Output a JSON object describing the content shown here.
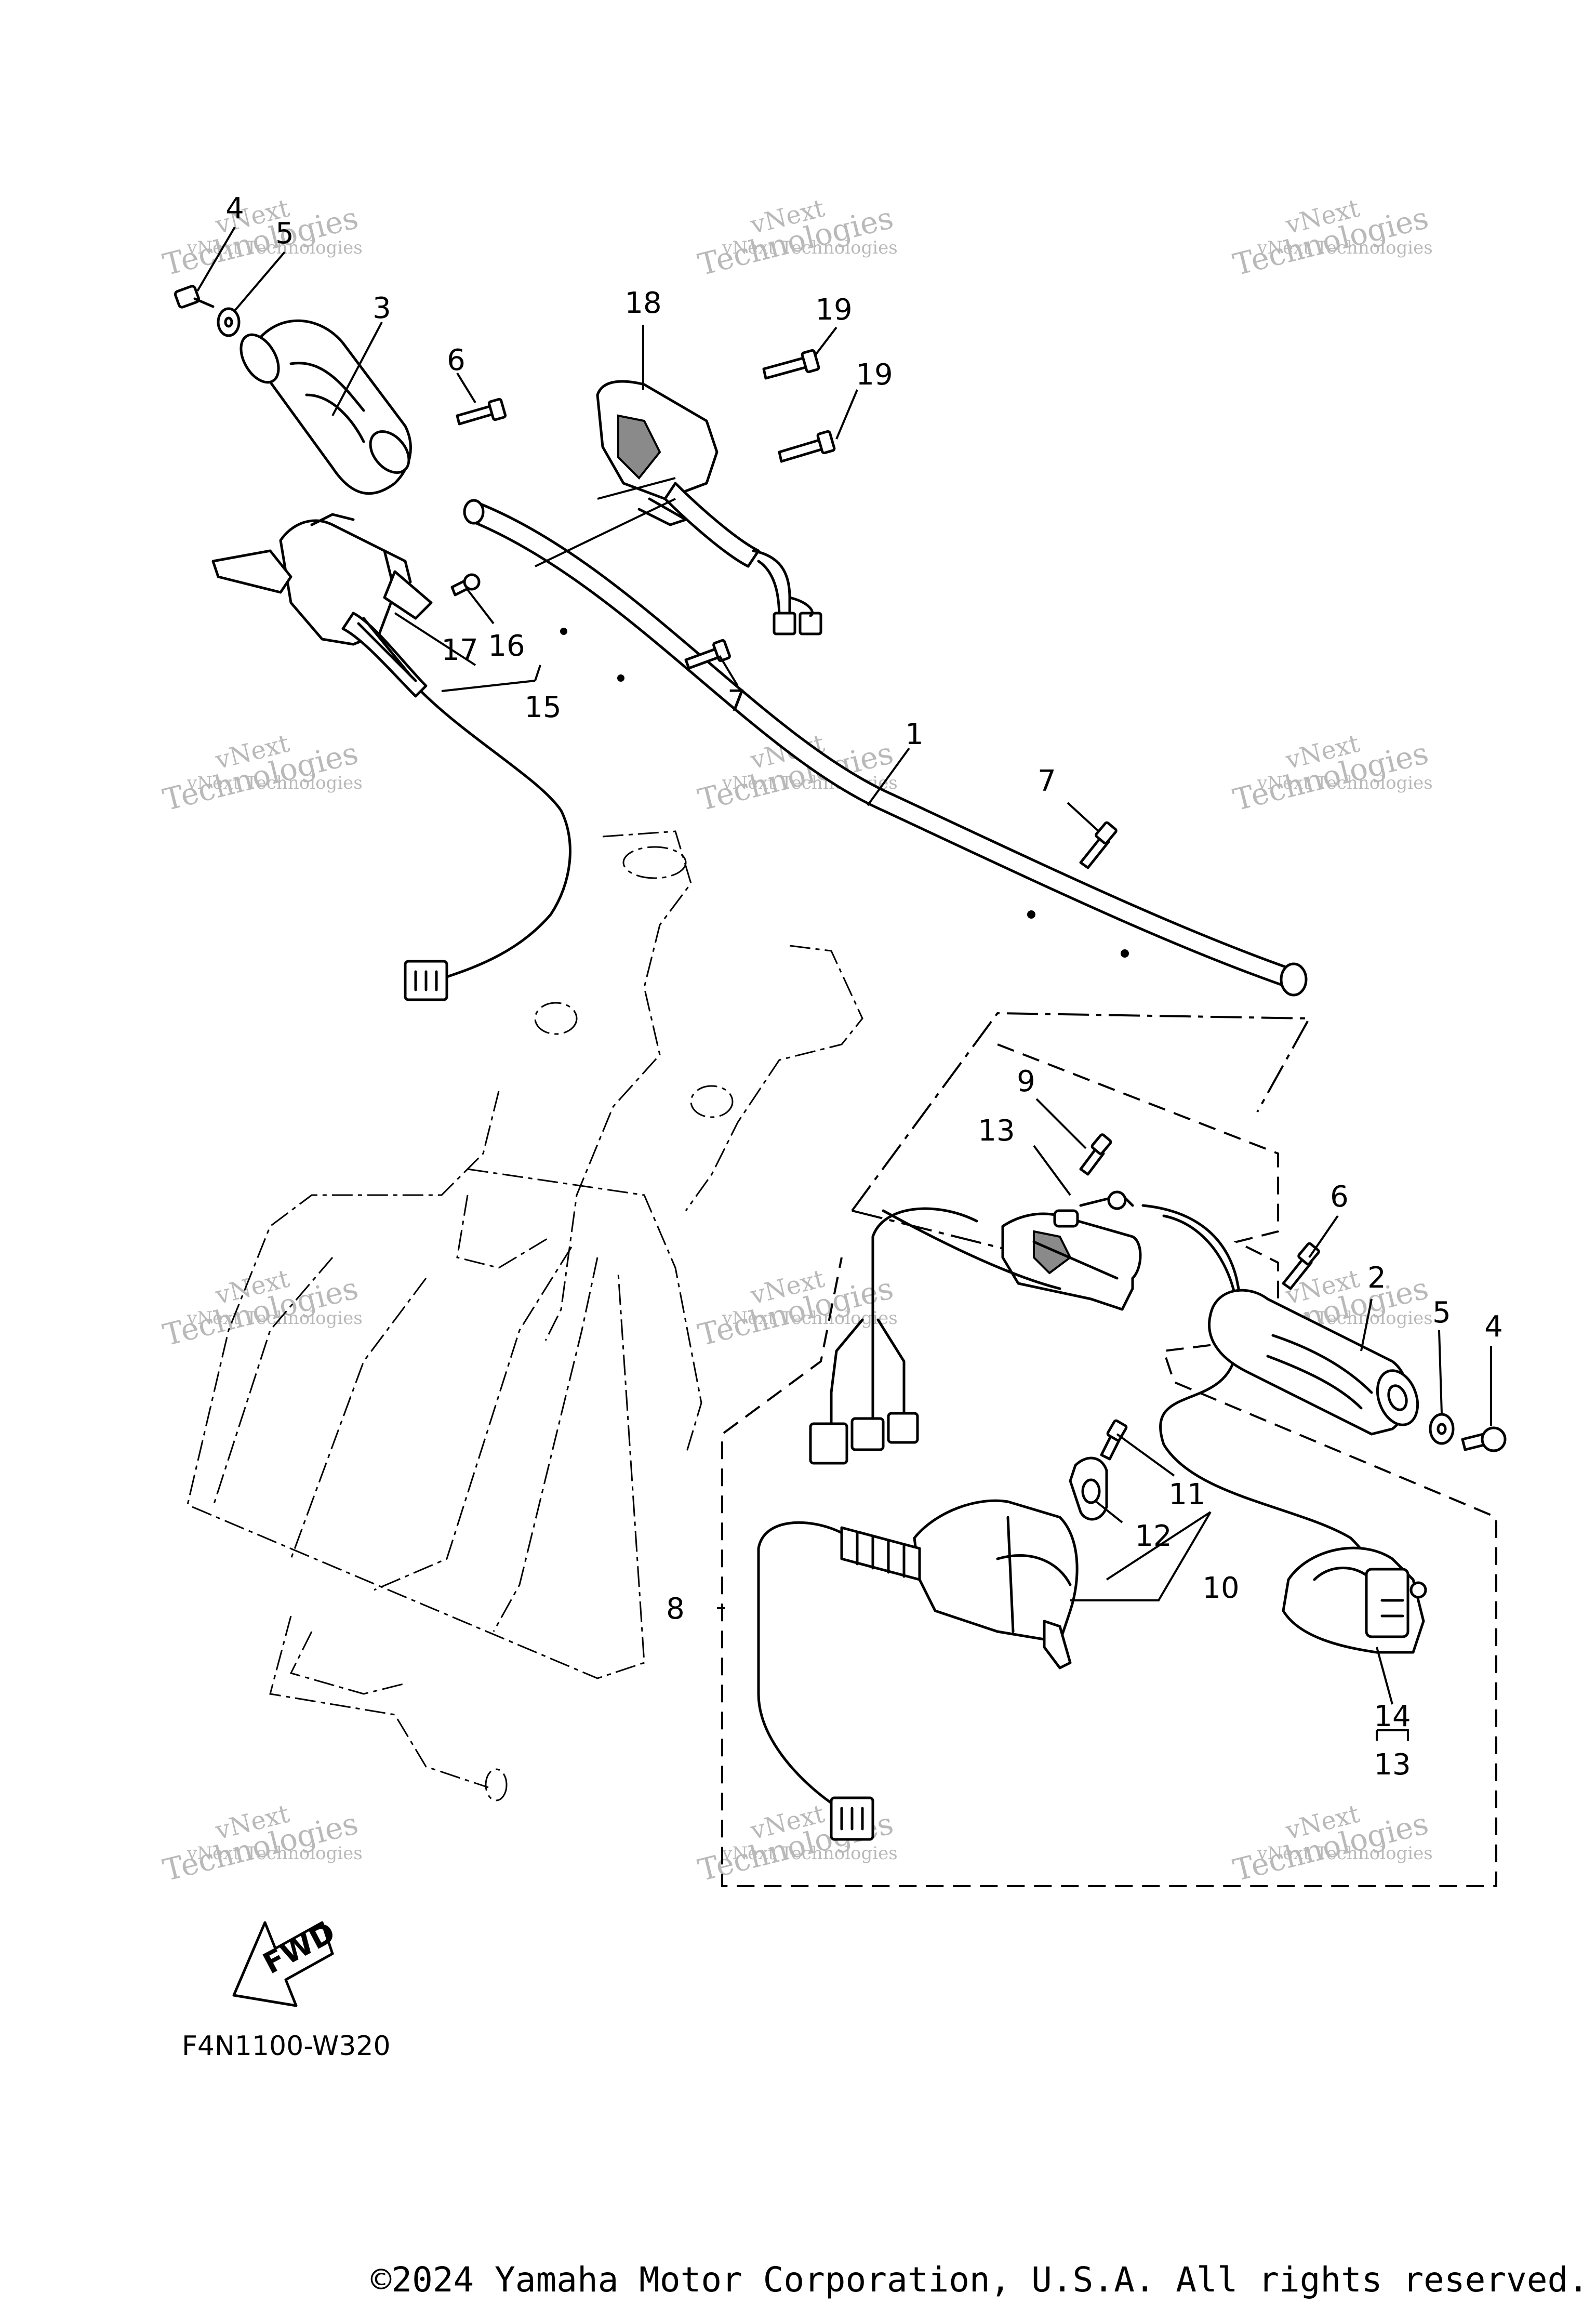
{
  "callouts": [
    "1",
    "2",
    "3",
    "4",
    "4",
    "5",
    "5",
    "6",
    "6",
    "7",
    "7",
    "8",
    "9",
    "10",
    "11",
    "12",
    "13",
    "13",
    "14",
    "15",
    "16",
    "17",
    "18",
    "19",
    "19"
  ],
  "figure_code": "F4N1100-W320",
  "fwd_label": "FWD",
  "copyright": "©2024 Yamaha Motor Corporation, U.S.A. All rights reserved.",
  "watermark": {
    "line1": "vNext",
    "line2": "vNext Technologies",
    "line3": "Technologies"
  },
  "colors": {
    "line": "#000000",
    "watermark": "#b9b9b9",
    "background": "#ffffff"
  }
}
